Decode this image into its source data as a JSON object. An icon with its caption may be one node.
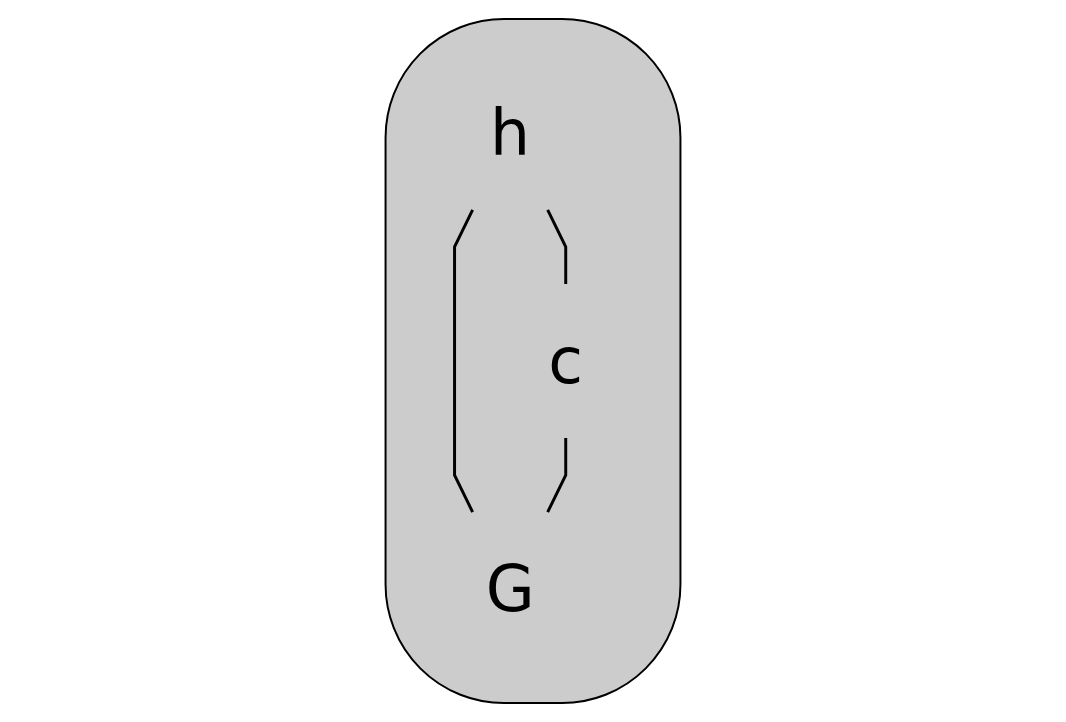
{
  "diagram": {
    "nodes": [
      {
        "text": [],
        "shape": "bubble"
      },
      {
        "text": [
          "h"
        ],
        "in": 0
      },
      {
        "text": [
          "c"
        ],
        "in": 0
      },
      {
        "text": [
          "G"
        ],
        "in": 0
      }
    ],
    "edges": [
      {
        "from": 1,
        "to": 2,
        "arrow": "none"
      },
      {
        "from": 1,
        "to": 3,
        "arrow": "none"
      },
      {
        "from": 2,
        "to": 3,
        "arrow": "none"
      }
    ]
  }
}
